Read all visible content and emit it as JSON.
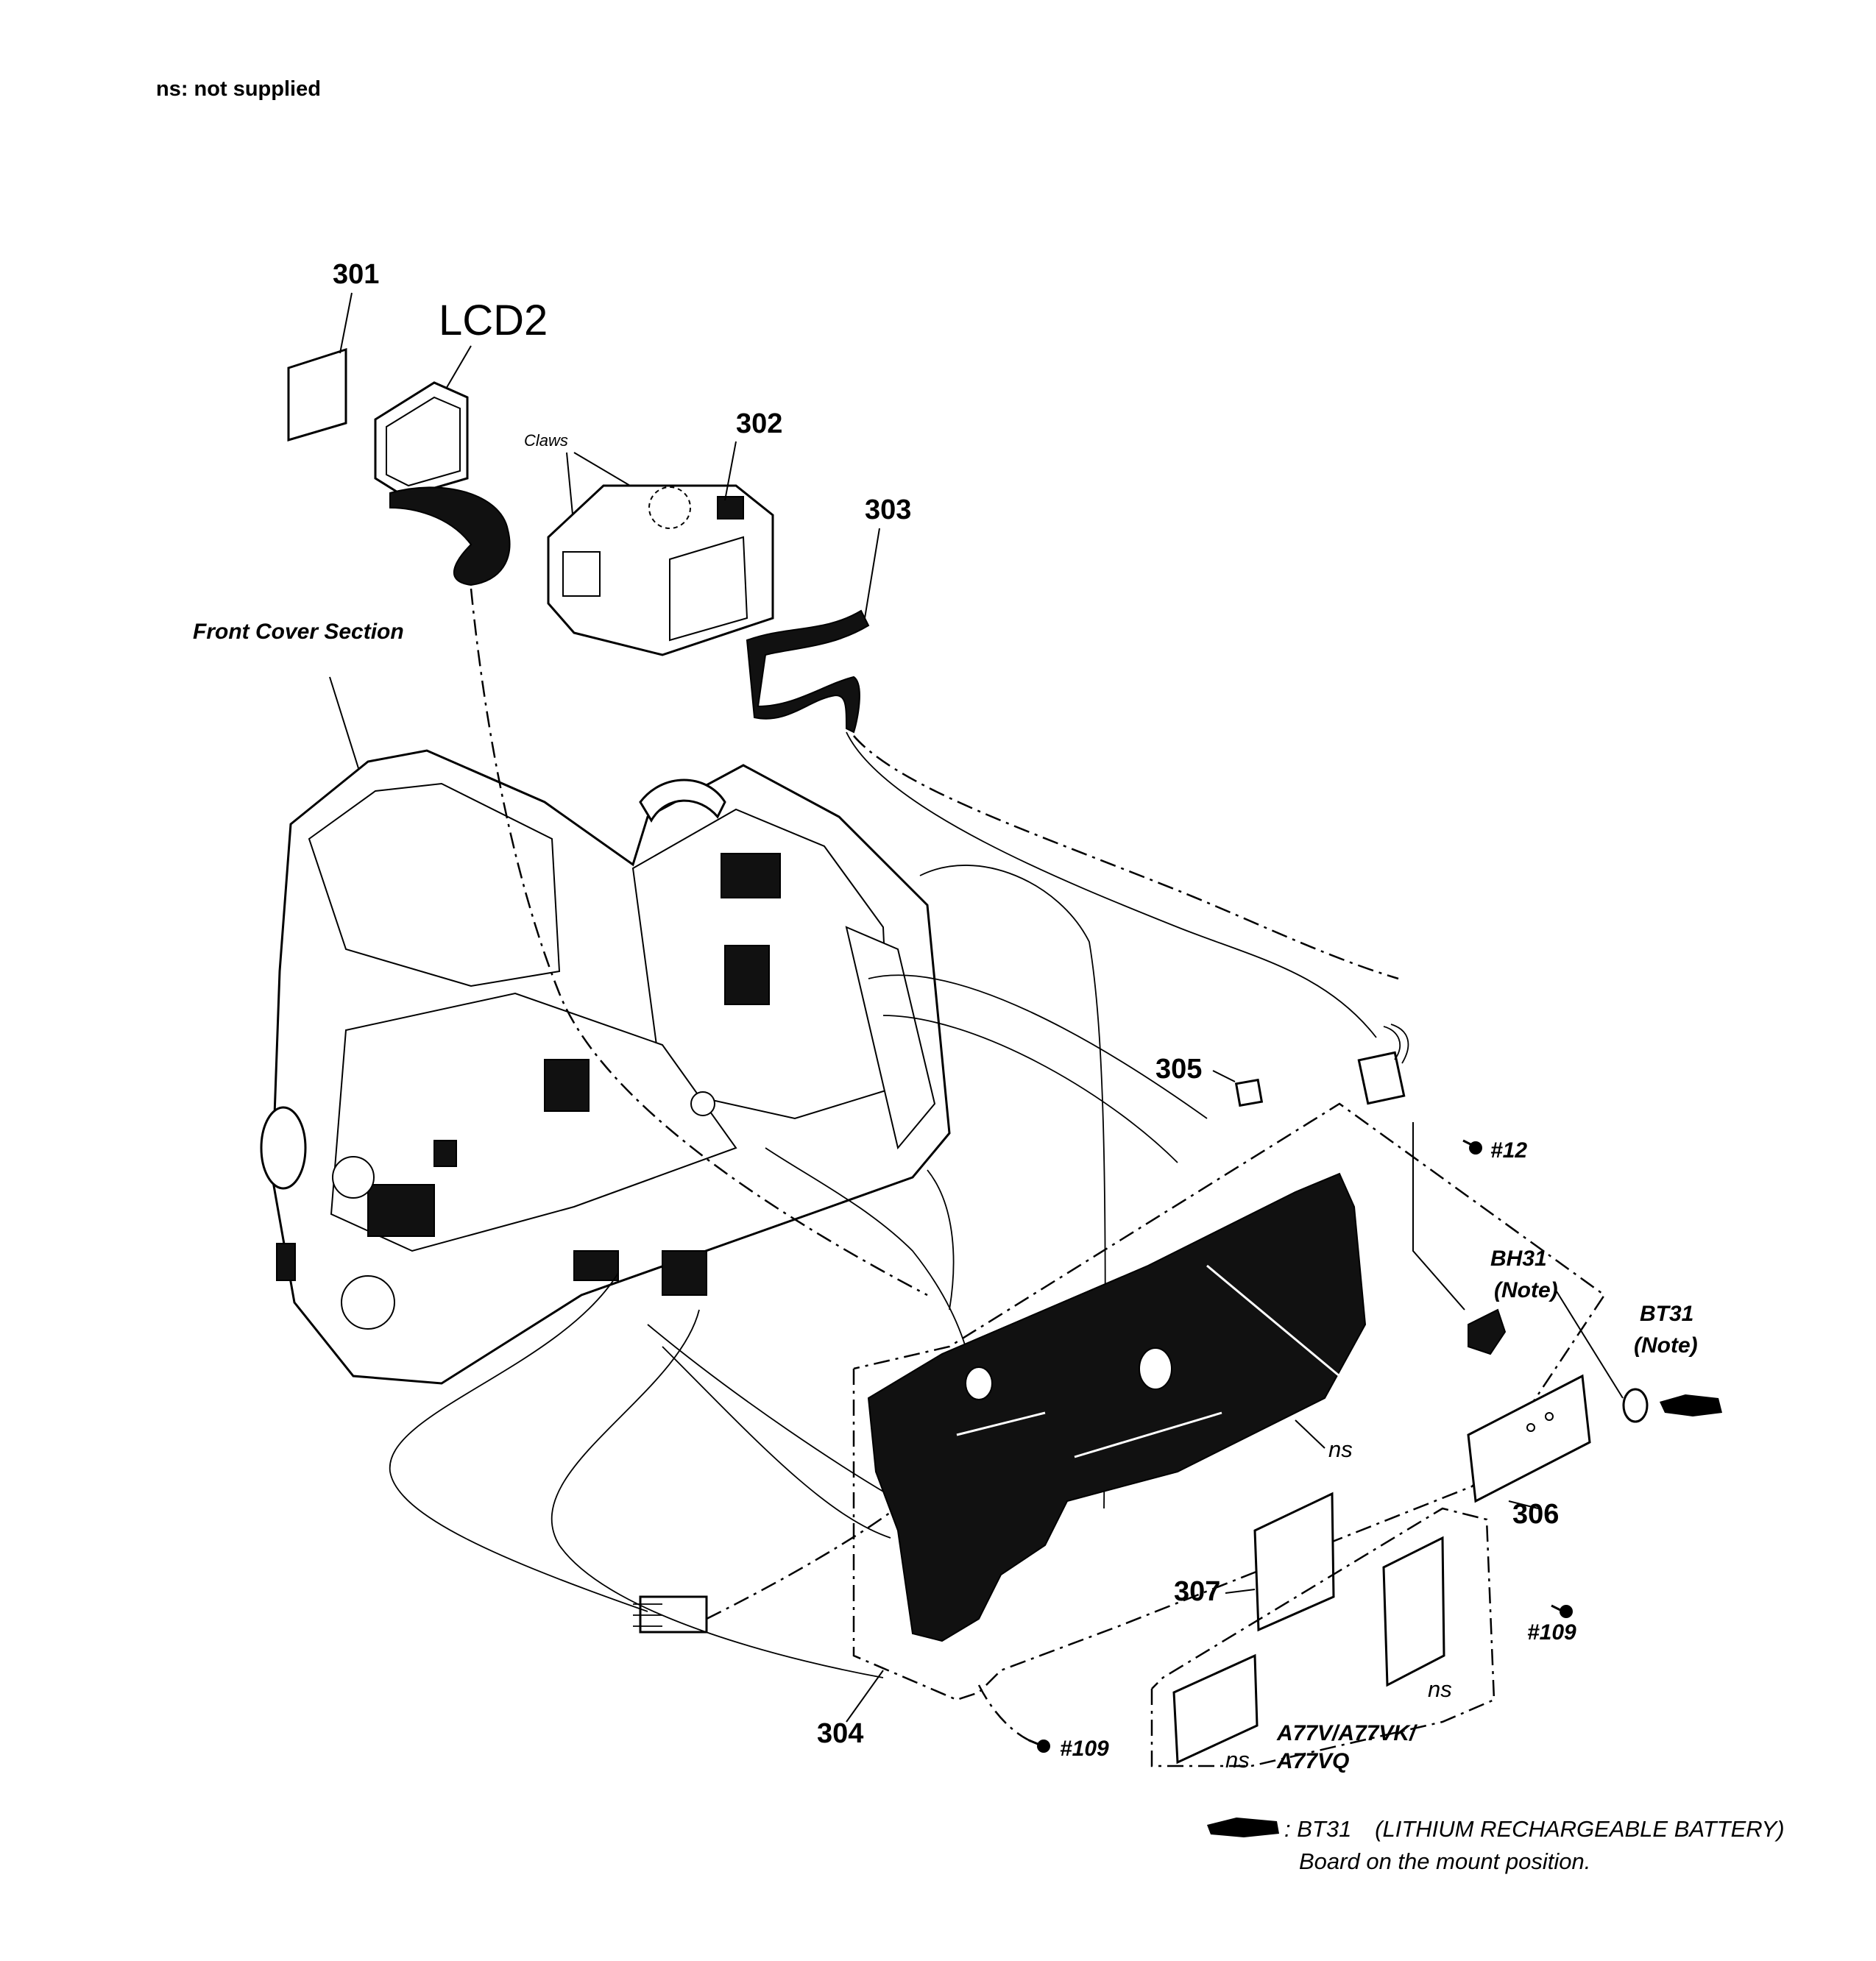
{
  "header_note": "ns: not supplied",
  "labels": {
    "p301": "301",
    "lcd2": "LCD2",
    "p302": "302",
    "claws": "Claws",
    "p303": "303",
    "front_cover": "Front Cover Section",
    "p305": "305",
    "screw12": "#12",
    "bh31": "BH31",
    "bh31_note": "(Note)",
    "bt31": "BT31",
    "bt31_note": "(Note)",
    "ns_board": "ns",
    "p306": "306",
    "p307": "307",
    "screw109_right": "#109",
    "ns_right": "ns",
    "ns_left": "ns",
    "model_line1": "A77V/A77VK/",
    "model_line2": "A77VQ",
    "p304": "304",
    "screw109_bottom": "#109"
  },
  "footnote": {
    "line1": ": BT31\u0000 (LITHIUM RECHARGEABLE BATTERY)",
    "line2": "Board on the mount position."
  },
  "icons": [
    "screw-icon",
    "battery-pointer-icon"
  ]
}
